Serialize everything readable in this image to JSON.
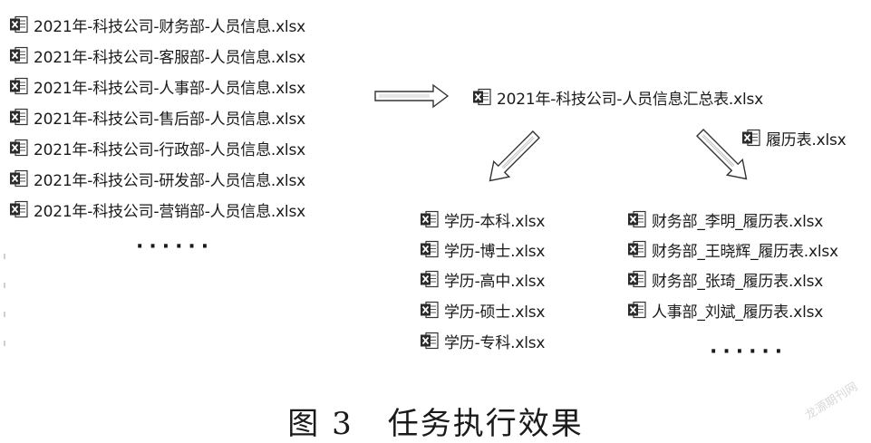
{
  "left_files": [
    "2021年-科技公司-财务部-人员信息.xlsx",
    "2021年-科技公司-客服部-人员信息.xlsx",
    "2021年-科技公司-人事部-人员信息.xlsx",
    "2021年-科技公司-售后部-人员信息.xlsx",
    "2021年-科技公司-行政部-人员信息.xlsx",
    "2021年-科技公司-研发部-人员信息.xlsx",
    "2021年-科技公司-营销部-人员信息.xlsx"
  ],
  "left_more": "······",
  "summary_file": "2021年-科技公司-人员信息汇总表.xlsx",
  "resume_file": "履历表.xlsx",
  "education_files": [
    "学历-本科.xlsx",
    "学历-博士.xlsx",
    "学历-高中.xlsx",
    "学历-硕士.xlsx",
    "学历-专科.xlsx"
  ],
  "resume_files": [
    "财务部_李明_履历表.xlsx",
    "财务部_王晓辉_履历表.xlsx",
    "财务部_张琦_履历表.xlsx",
    "人事部_刘斌_履历表.xlsx"
  ],
  "resume_more": "······",
  "caption": {
    "figure": "图 3",
    "title": "任务执行效果"
  },
  "watermark": "龙源期刊网",
  "icon_name": "excel-file-icon"
}
